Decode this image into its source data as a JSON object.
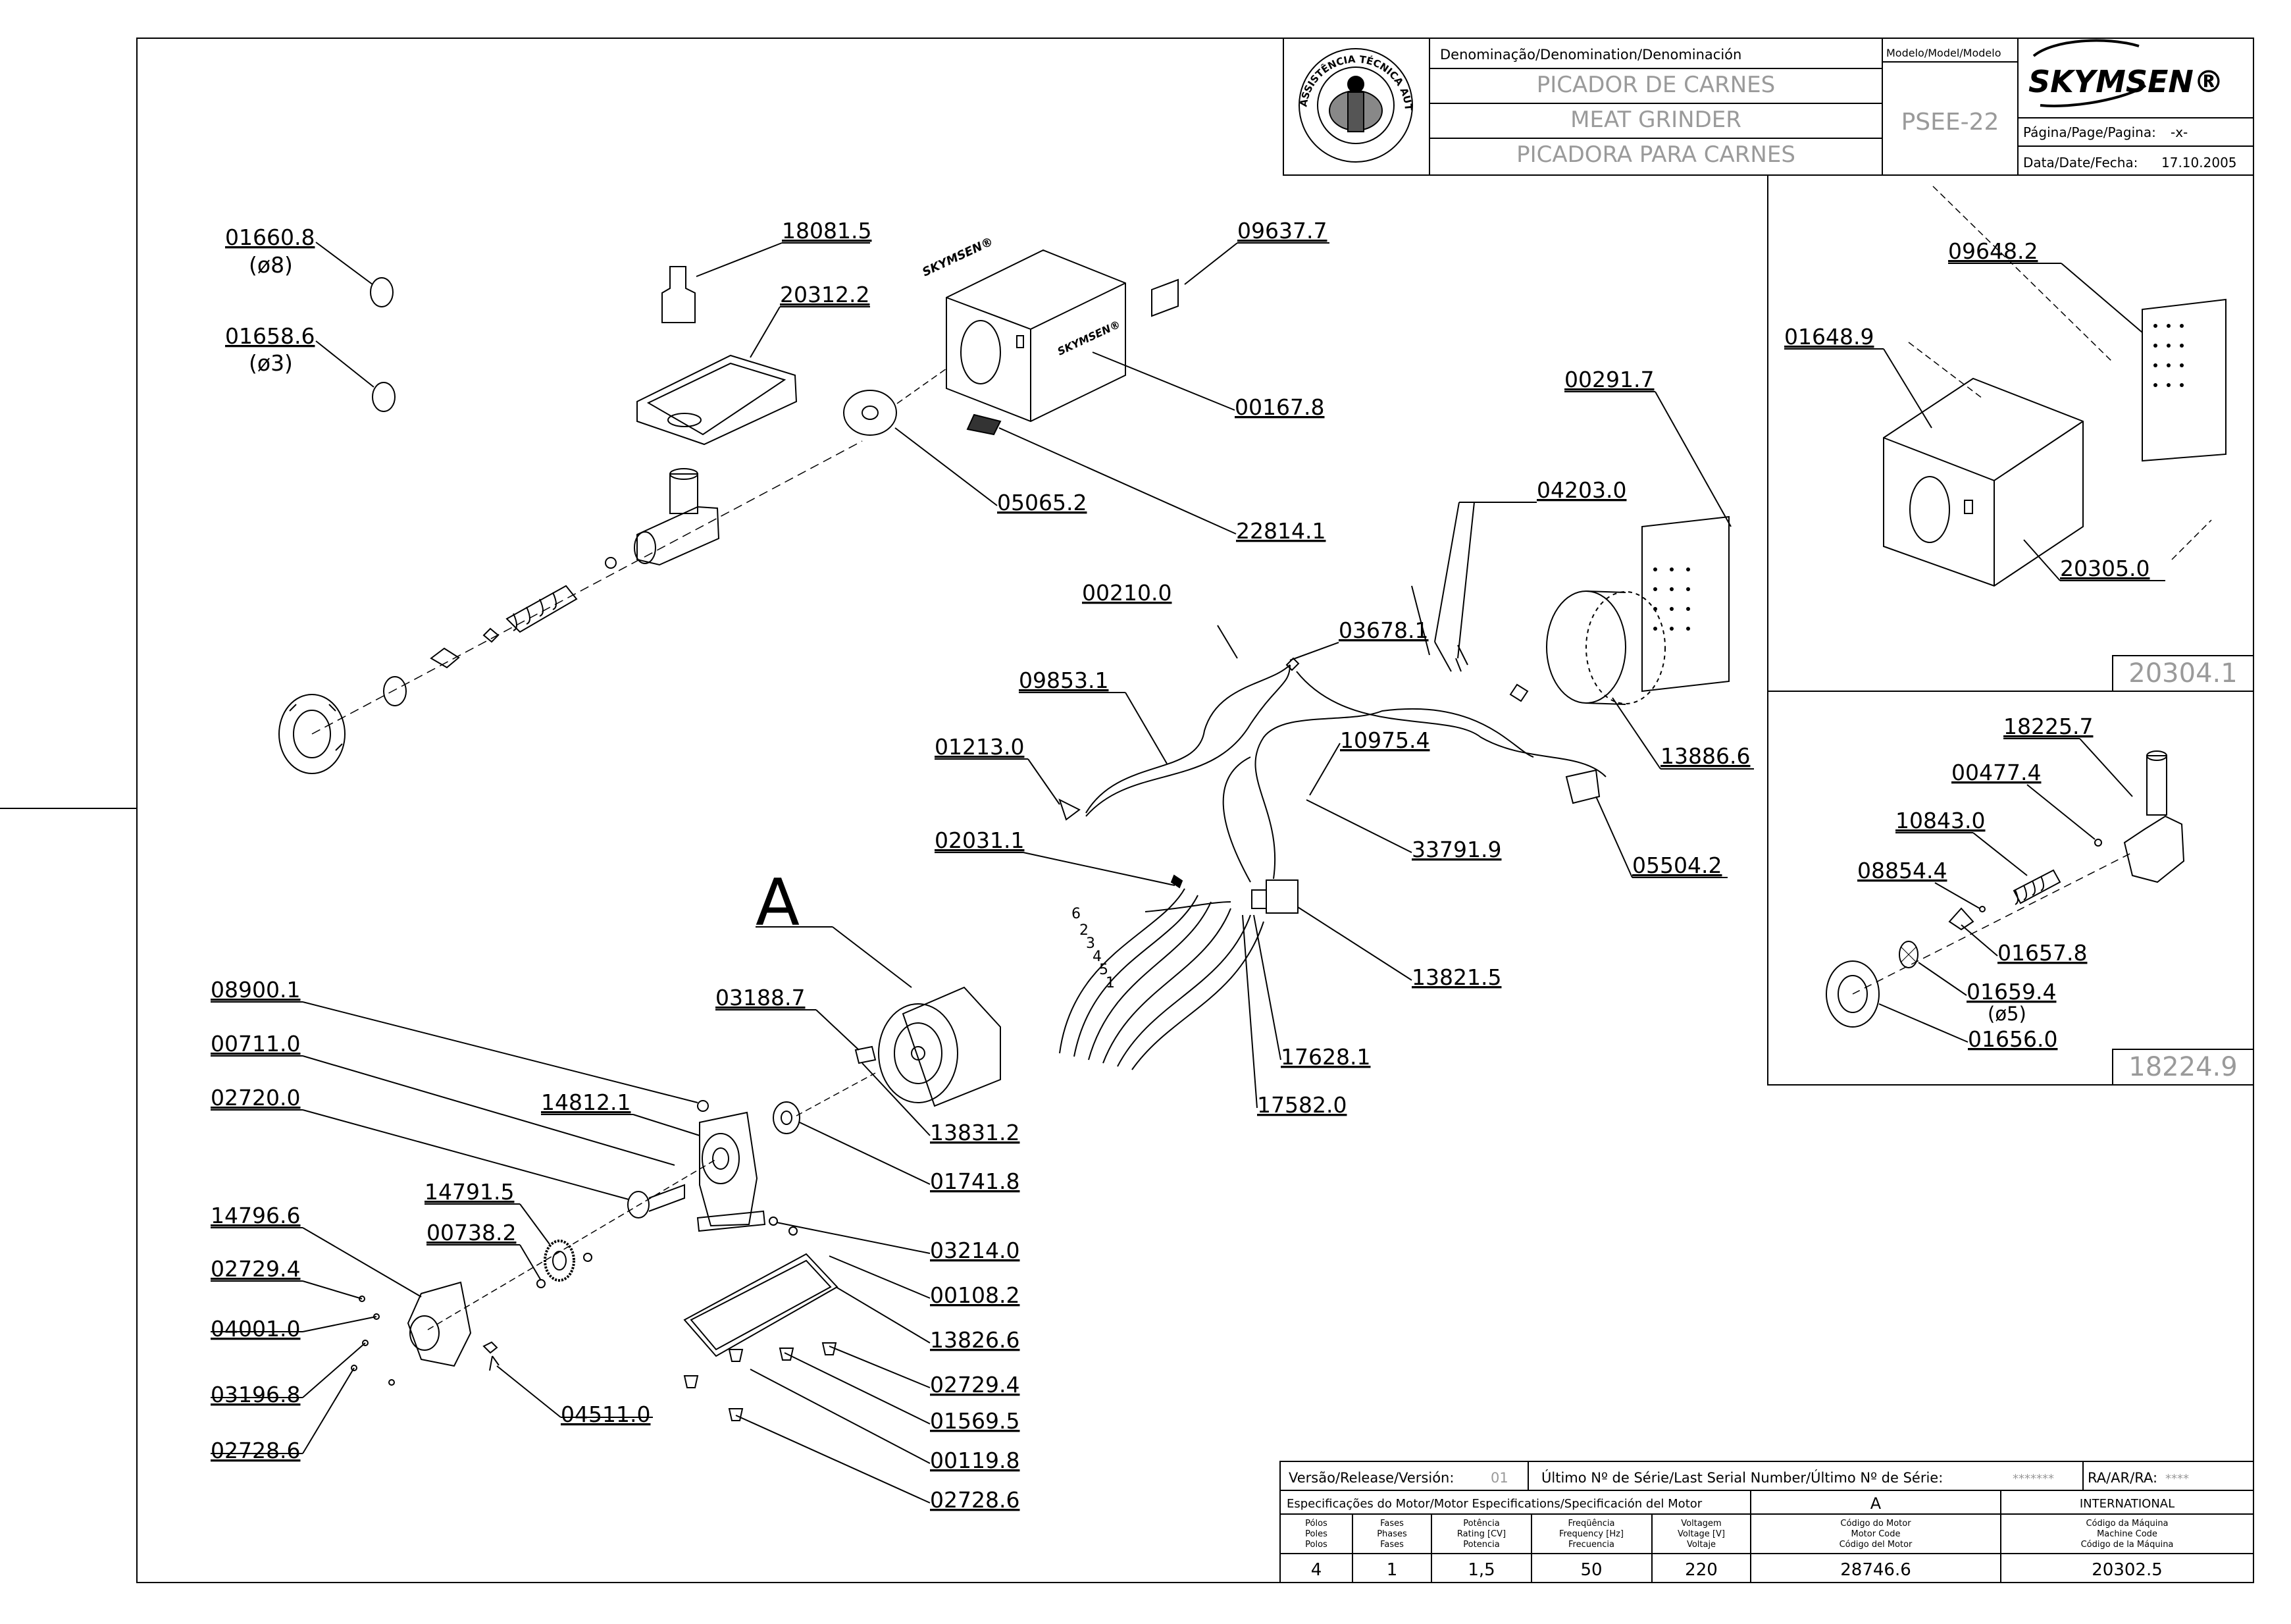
{
  "title_block": {
    "denomination_header": "Denominação/Denomination/Denominación",
    "name_pt": "PICADOR DE CARNES",
    "name_en": "MEAT GRINDER",
    "name_es": "PICADORA PARA CARNES",
    "model_header": "Modelo/Model/Modelo",
    "model": "PSEE-22",
    "brand": "SKYMSEN®",
    "page_label": "Página/Page/Pagina:",
    "page_value": "-x-",
    "date_label": "Data/Date/Fecha:",
    "date_value": "17.10.2005",
    "seal_text": "ASSISTÊNCIA TÉCNICA AUTORIZADA"
  },
  "parts": {
    "p01660_8": "01660.8",
    "p01660_8_sub": "(ø8)",
    "p01658_6": "01658.6",
    "p01658_6_sub": "(ø3)",
    "p18081_5": "18081.5",
    "p20312_2": "20312.2",
    "p09637_7": "09637.7",
    "p00167_8": "00167.8",
    "p05065_2": "05065.2",
    "p22814_1": "22814.1",
    "p00291_7": "00291.7",
    "p04203_0": "04203.0",
    "p00210_0": "00210.0",
    "p03678_1": "03678.1",
    "p09853_1": "09853.1",
    "p10975_4": "10975.4",
    "p01213_0": "01213.0",
    "p13886_6": "13886.6",
    "p33791_9": "33791.9",
    "p05504_2": "05504.2",
    "p02031_1": "02031.1",
    "p13821_5": "13821.5",
    "motor_A": "A",
    "p08900_1": "08900.1",
    "p03188_7": "03188.7",
    "p00711_0": "00711.0",
    "p17628_1": "17628.1",
    "p17582_0": "17582.0",
    "p02720_0": "02720.0",
    "p14812_1": "14812.1",
    "p13831_2": "13831.2",
    "p01741_8": "01741.8",
    "p14791_5": "14791.5",
    "p14796_6": "14796.6",
    "p00738_2": "00738.2",
    "p03214_0": "03214.0",
    "p02729_4": "02729.4",
    "p00108_2": "00108.2",
    "p04001_0": "04001.0",
    "p13826_6": "13826.6",
    "p02729_4b": "02729.4",
    "p03196_8": "03196.8",
    "p04511_0": "04511.0",
    "p01569_5": "01569.5",
    "p02728_6": "02728.6",
    "p00119_8": "00119.8",
    "p02728_6b": "02728.6",
    "wires": [
      "6",
      "2",
      "3",
      "4",
      "5",
      "1"
    ]
  },
  "inset_top": {
    "p09648_2": "09648.2",
    "p01648_9": "01648.9",
    "p20305_0": "20305.0",
    "assembly": "20304.1"
  },
  "inset_bottom": {
    "p18225_7": "18225.7",
    "p00477_4": "00477.4",
    "p10843_0": "10843.0",
    "p08854_4": "08854.4",
    "p01657_8": "01657.8",
    "p01659_4": "01659.4",
    "p01659_4_sub": "(ø5)",
    "p01656_0": "01656.0",
    "assembly": "18224.9"
  },
  "bottom_table": {
    "release_label": "Versão/Release/Versión:",
    "release_value": "01",
    "serial_label": "Último Nº de Série/Last Serial Number/Último Nº de Série:",
    "serial_value": "*******",
    "ra_label": "RA/AR/RA:",
    "ra_value": "****",
    "motor_spec_label": "Especificações do Motor/Motor Especifications/Specificación del Motor",
    "motor_letter": "A",
    "international": "INTERNATIONAL",
    "headers": [
      [
        "Pólos",
        "Poles",
        "Polos"
      ],
      [
        "Fases",
        "Phases",
        "Fases"
      ],
      [
        "Potência",
        "Rating [CV]",
        "Potencia"
      ],
      [
        "Freqüência",
        "Frequency [Hz]",
        "Frecuencia"
      ],
      [
        "Voltagem",
        "Voltage [V]",
        "Voltaje"
      ],
      [
        "Código do Motor",
        "Motor Code",
        "Código del Motor"
      ],
      [
        "Código da Máquina",
        "Machine Code",
        "Código de la Máquina"
      ]
    ],
    "values": [
      "4",
      "1",
      "1,5",
      "50",
      "220",
      "28746.6",
      "20302.5"
    ]
  }
}
